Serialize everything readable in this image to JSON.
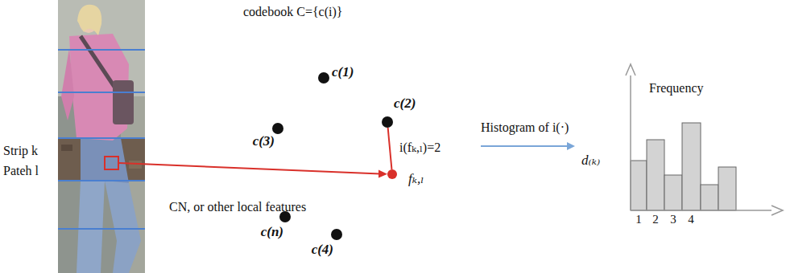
{
  "diagram": {
    "nodes": [
      {
        "text": [
          "c(1)"
        ]
      },
      {
        "text": [
          "c(2)"
        ]
      },
      {
        "text": [
          "c(3)"
        ]
      },
      {
        "text": [
          "fₖ,ₗ"
        ]
      },
      {
        "text": [
          "c(n)"
        ]
      },
      {
        "text": [
          "c(4)"
        ]
      }
    ],
    "edges": [
      {
        "from": 3,
        "to": 1,
        "arrow": "none",
        "label": "i(fₖ,ₗ)=2"
      }
    ],
    "labels": [
      "codebook C={c(i)}",
      "Strip k",
      "Pateh l",
      "CN, or other local features",
      "Histogram of i(·)",
      "d₍ₖ₎",
      "Frequency",
      "1",
      "2",
      "3",
      "4"
    ]
  }
}
